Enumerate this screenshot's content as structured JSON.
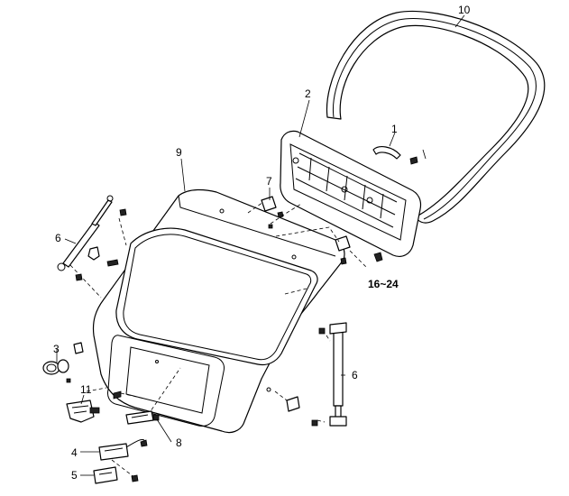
{
  "callouts": {
    "c1": "1",
    "c2": "2",
    "c3": "3",
    "c4": "4",
    "c5": "5",
    "c6_left": "6",
    "c6_right": "6",
    "c7": "7",
    "c8": "8",
    "c9": "9",
    "c10": "10",
    "c11": "11",
    "c16_24": "16~24"
  }
}
